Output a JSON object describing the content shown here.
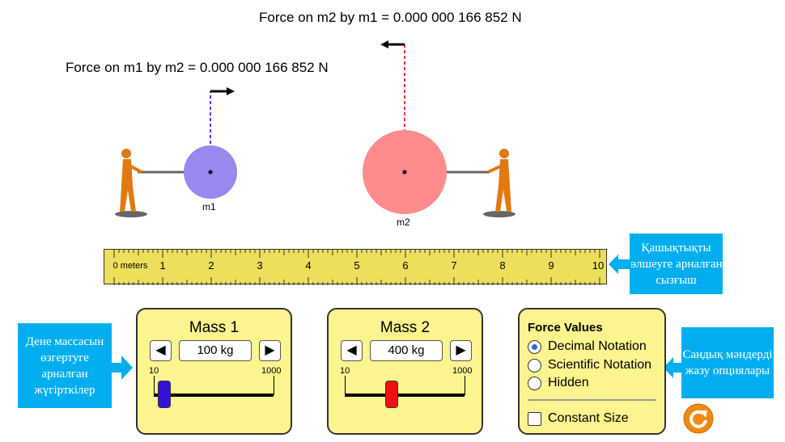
{
  "forces": {
    "on_m2": "Force on m2 by m1 = 0.000 000 166 852 N",
    "on_m1": "Force on m1 by m2 = 0.000 000 166 852 N"
  },
  "masses": {
    "m1_label": "m1",
    "m2_label": "m2",
    "m1_color": "#9988ee",
    "m2_color": "#ff8888"
  },
  "ruler": {
    "labels": [
      "0 meters",
      "1",
      "2",
      "3",
      "4",
      "5",
      "6",
      "7",
      "8",
      "9",
      "10"
    ]
  },
  "mass1": {
    "title": "Mass 1",
    "value": "100 kg",
    "min": "10",
    "max": "1000",
    "fraction": 0.091
  },
  "mass2": {
    "title": "Mass 2",
    "value": "400 kg",
    "min": "10",
    "max": "1000",
    "fraction": 0.394
  },
  "force_values": {
    "title": "Force Values",
    "options": [
      "Decimal Notation",
      "Scientific Notation",
      "Hidden"
    ],
    "selected": 0,
    "constant_size": "Constant Size"
  },
  "callouts": {
    "ruler": "Қашықтықты өлшеуге арналған сызғыш",
    "sliders": "Дене массасын өзгертуге арналған жүгірткілер",
    "options": "Сандық мәндерді жазу опциялары"
  }
}
